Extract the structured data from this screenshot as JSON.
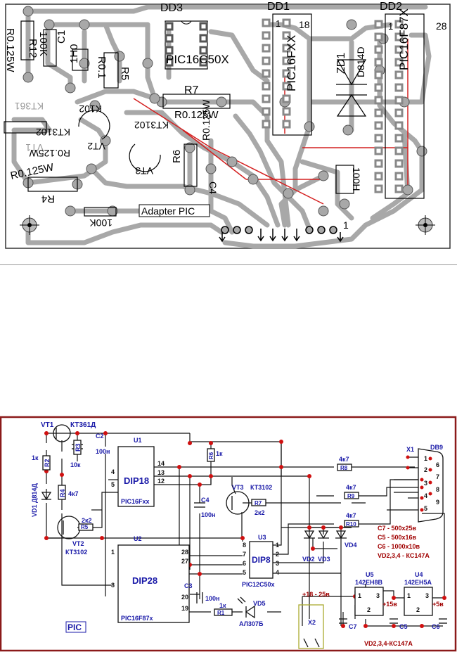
{
  "pcb": {
    "chips": {
      "dd3": "DD3",
      "dd1": "DD1",
      "dd2": "DD2"
    },
    "parts": {
      "r0125w_left": "R0.125W",
      "r12": "R12",
      "r100k": "100K",
      "c1": "C1",
      "c1h0": "1H0",
      "r5": "R5",
      "r01": "R0.1",
      "k102": "K102",
      "r7": "R7",
      "r7v": "R0.125W",
      "pic16c50x": "PIC16C50X",
      "pic16fxx": "PIC16FXX",
      "n18": "18",
      "zd1": "ZD1",
      "d814d": "D814D",
      "pic16f87x": "PIC16F87X",
      "n28": "28",
      "n1a": "1",
      "n1b": "1",
      "kt361": "KT361",
      "vt1": "VT1",
      "kt3102a": "KT3102",
      "vt2": "VT2",
      "r0125w_b": "R0.125W",
      "kt3102b": "KT3102",
      "vt3": "VT3",
      "r6": "R6",
      "r6v": "R0.125W",
      "r0125w_c": "R0.125W",
      "r4": "R4",
      "c100k": "100K",
      "c4": "C4",
      "c100n": "100H",
      "adapter": "Adapter PIC",
      "n1c": "1"
    }
  },
  "schematic": {
    "labels": {
      "vt1": "VT1",
      "kt361d": "КТ361Д",
      "c2": "C2",
      "c2v": "100н",
      "u1": "U1",
      "r2v": "1к",
      "r2": "R2",
      "r3": "R3",
      "r3v": "10к",
      "pin4": "4",
      "pin5": "5",
      "dip18": "DIP18",
      "pic16fxx": "PIC16Fxx",
      "pin14": "14",
      "pin13": "13",
      "pin12": "12",
      "r4": "R4",
      "r4v": "4к7",
      "vd1": "VD1 Д814Д",
      "r5": "R5",
      "r5v": "2к2",
      "vt2": "VT2",
      "kt3102_2": "КТ3102",
      "r6": "R6",
      "r6v": "1к",
      "c4": "C4",
      "c4v": "100н",
      "vt3": "VT3",
      "kt3102_3": "КТ3102",
      "r7": "R7",
      "r7v": "2к2",
      "r8": "R8",
      "r8v": "4к7",
      "r9": "R9",
      "r9v": "4к7",
      "r10": "R10",
      "r10v": "4к7",
      "x1": "X1",
      "db9": "DB9",
      "db1": "1",
      "db2": "2",
      "db3": "3",
      "db4": "4",
      "db5": "5",
      "db6": "6",
      "db7": "7",
      "db8": "8",
      "db9p": "9",
      "u2": "U2",
      "pin1": "1",
      "dip28": "DIP28",
      "pin28": "28",
      "pin27": "27",
      "pin8": "8",
      "pin20": "20",
      "pin19": "19",
      "pic16f87x": "PIC16F87x",
      "c3": "C3",
      "c3v": "100н",
      "u3": "U3",
      "dip8": "DIP8",
      "pic12c50x": "PIC12C50x",
      "u3p8": "8",
      "u3p7": "7",
      "u3p6": "6",
      "u3p5": "5",
      "u3p1": "1",
      "u3p2": "2",
      "u3p3": "3",
      "u3p4": "4",
      "vd2": "VD2",
      "vd3": "VD3",
      "vd4": "VD4",
      "note1": "C7 - 500x25в",
      "note2": "C5 - 500x16в",
      "note3": "C6 - 1000x10в",
      "note4": "VD2,3,4 - КС147А",
      "r1": "R1",
      "r1v": "1к",
      "vd5": "VD5",
      "al307": "АЛ307Б",
      "pic": "PIC",
      "x2": "X2",
      "pwr": "+18 - 25в",
      "u5": "U5",
      "u5t": "142ЕН8В",
      "u4": "U4",
      "u4t": "142ЕН5А",
      "u5p1": "1",
      "u5p3": "3",
      "u5p2": "2",
      "u4p1": "1",
      "u4p3": "3",
      "u4p2": "2",
      "v15": "+15в",
      "v5": "+5в",
      "c7": "C7",
      "c5": "C5",
      "c6": "C6",
      "vdnote": "VD2,3,4-КС147А"
    }
  }
}
